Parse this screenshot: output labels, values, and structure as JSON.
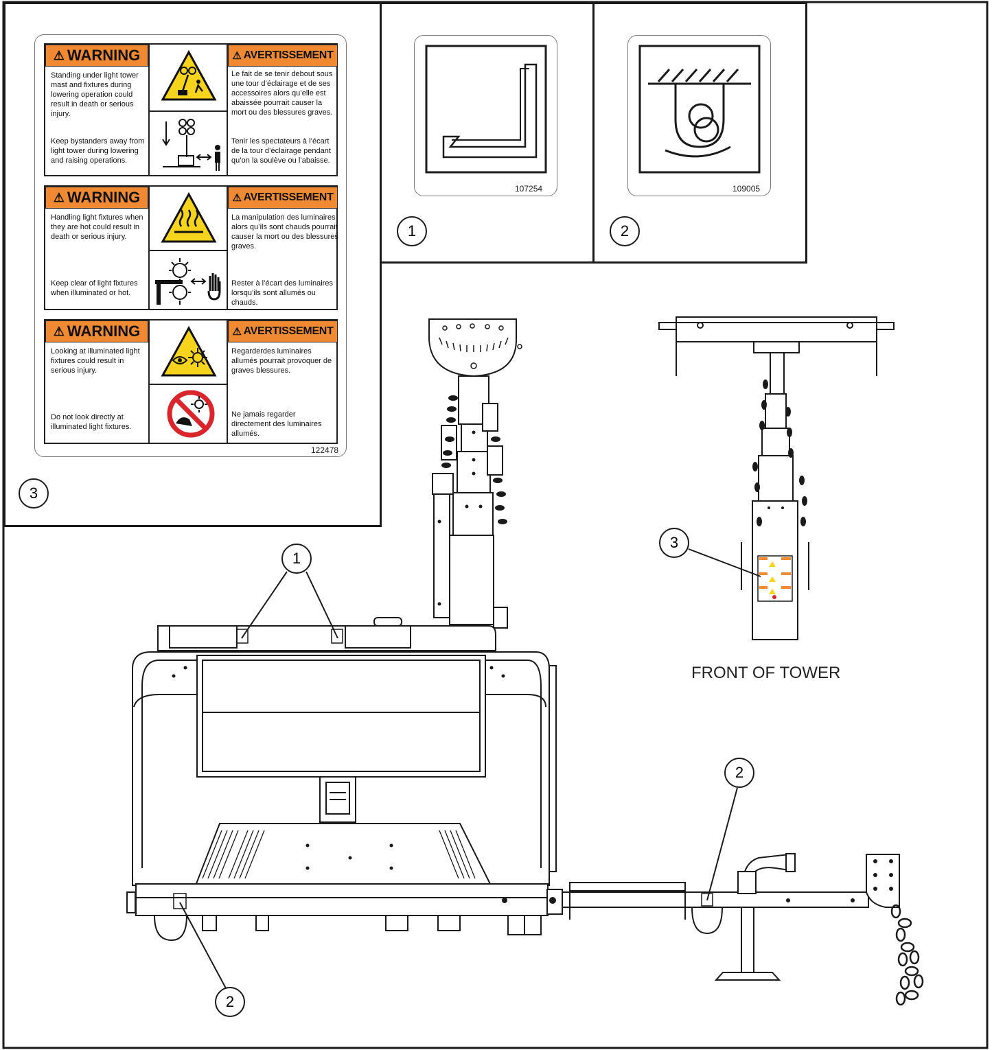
{
  "decal_1": {
    "part_number": "107254",
    "callout": "1"
  },
  "decal_2": {
    "part_number": "109005",
    "callout": "2"
  },
  "decal_3": {
    "callout": "3",
    "part_number": "122478",
    "rows": [
      {
        "en_header": "WARNING",
        "fr_header": "AVERTISSEMENT",
        "en_text_1": "Standing under light tower mast and fixtures during lowering operation could result in death or serious injury.",
        "en_text_2": "Keep bystanders away from light tower during lowering and raising operations.",
        "fr_text_1": "Le fait de se tenir debout sous une tour d’éclairage et de ses accessoires alors qu’elle est abaissée pourrait causer la mort ou des blessures graves.",
        "fr_text_2": "Tenir les spectateurs à l’écart de la tour d’éclairage pendant qu’on la soulève ou l’abaisse.",
        "icon_top": "falling-mast-warning-icon",
        "icon_bottom": "keep-away-from-tower-icon"
      },
      {
        "en_header": "WARNING",
        "fr_header": "AVERTISSEMENT",
        "en_text_1": "Handling light fixtures when they are hot could result in death or serious injury.",
        "en_text_2": "Keep clear of light fixtures when illuminated or hot.",
        "fr_text_1": "La manipulation des luminaires alors qu’ils sont chauds pourrait causer la mort ou des blessures graves.",
        "fr_text_2": "Rester à l’écart des luminaires lorsqu’ils sont allumés ou chauds.",
        "icon_top": "hot-surface-warning-icon",
        "icon_bottom": "keep-hand-clear-icon"
      },
      {
        "en_header": "WARNING",
        "fr_header": "AVERTISSEMENT",
        "en_text_1": "Looking at illuminated light fixtures could result in serious injury.",
        "en_text_2": "Do not look directly at illuminated light fixtures.",
        "fr_text_1": "Regarderdes luminaires allumés pourrait provoquer de graves blessures.",
        "fr_text_2": "Ne jamais regarder directement des luminaires allumés.",
        "icon_top": "bright-light-eye-warning-icon",
        "icon_bottom": "do-not-look-prohibition-icon"
      }
    ]
  },
  "main_callouts": {
    "c1": "1",
    "c2a": "2",
    "c2b": "2",
    "c3": "3"
  },
  "front_view_title": "FRONT OF TOWER",
  "colors": {
    "warning_orange": "#f08a32",
    "hazard_yellow": "#f6d31c",
    "prohibit_red": "#d9262c",
    "line": "#1a1a1a"
  }
}
